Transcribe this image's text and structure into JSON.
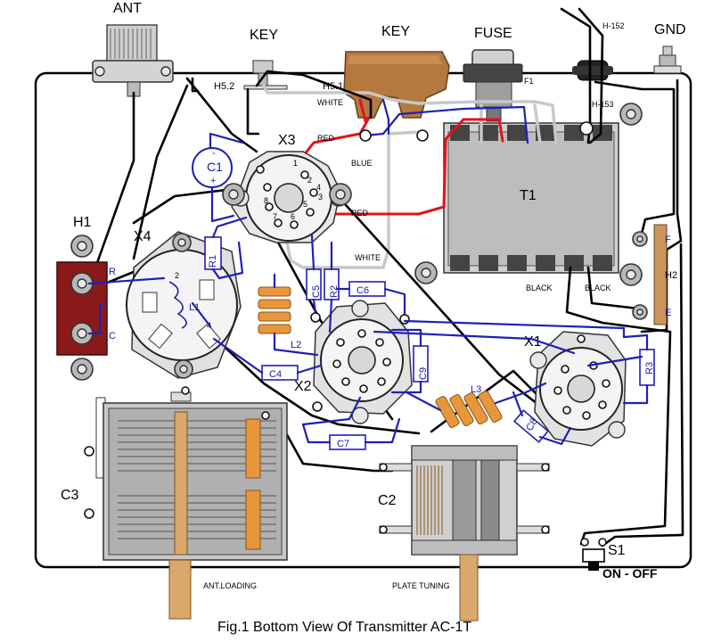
{
  "title": "Fig.1 Bottom View Of Transmitter AC-1T",
  "top_labels": {
    "ant": "ANT",
    "key1": "KEY",
    "key2": "KEY",
    "fuse": "FUSE",
    "gnd": "GND"
  },
  "jack_labels": {
    "h52": "H5.2",
    "h51": "H5.1",
    "f1": "F1",
    "h152": "H-152",
    "h153": "H-153"
  },
  "parts": {
    "x3": "X3",
    "x4": "X4",
    "x2": "X2",
    "x1": "X1",
    "t1": "T1",
    "h1": "H1",
    "h2": "H2",
    "c1": "C1",
    "c2": "C2",
    "c3": "C3",
    "c4": "C4",
    "c5": "C5",
    "c6": "C6",
    "c7": "C7",
    "c8": "C8",
    "c9": "C9",
    "r1": "R1",
    "r2": "R2",
    "r3": "R3",
    "l1": "L1",
    "l2": "L2",
    "l3": "L3",
    "s1": "S1"
  },
  "wire_labels": {
    "white1": "WHITE",
    "white2": "WHITE",
    "red1": "RED",
    "red2": "RED",
    "blue": "BLUE",
    "black1": "BLACK",
    "black2": "BLACK"
  },
  "terminals": {
    "h1_r": "R",
    "h1_c": "C",
    "h2_f": "F",
    "h2_e": "E"
  },
  "c1_polarity": {
    "minus": "-",
    "plus": "+"
  },
  "pins": {
    "x4_2": "2",
    "x4_4": "4",
    "x3_1": "1",
    "x3_2": "2",
    "x3_3": "3",
    "x3_4": "4",
    "x3_5": "5",
    "x3_6": "6",
    "x3_7": "7",
    "x3_8": "8"
  },
  "controls": {
    "ant_loading": "ANT.LOADING",
    "plate_tuning": "PLATE TUNING",
    "on_off": "ON - OFF"
  }
}
